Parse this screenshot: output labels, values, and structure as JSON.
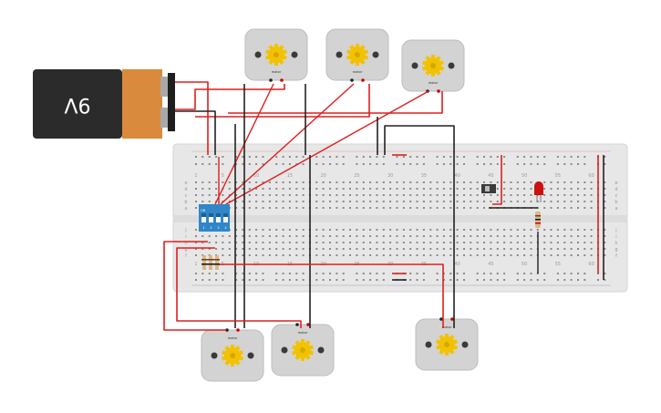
{
  "battery": {
    "label": "9V"
  },
  "dip_switch": {
    "on_label": "ON",
    "switch_numbers": [
      "1",
      "2",
      "3",
      "4"
    ]
  },
  "motor_label": "motor",
  "breadboard": {
    "column_numbers": [
      "1",
      "5",
      "10",
      "15",
      "20",
      "25",
      "30",
      "35",
      "40",
      "45",
      "50",
      "55",
      "60"
    ],
    "row_letters_top": [
      "a",
      "b",
      "c",
      "d",
      "e"
    ],
    "row_letters_bottom": [
      "f",
      "g",
      "h",
      "i",
      "j"
    ]
  },
  "colors": {
    "wire_red": "#e01e1e",
    "wire_black": "#222222",
    "battery_body": "#2b2b2b",
    "battery_band": "#d98a3c",
    "motor_body": "#d3d3d3",
    "motor_gear": "#f2c200",
    "breadboard": "#e7e7e7",
    "dip_blue": "#2f86c9",
    "led_red": "#cc1111"
  }
}
